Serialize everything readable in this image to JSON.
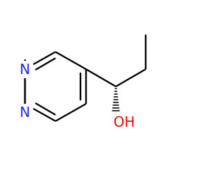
{
  "atoms": {
    "n_top": "N",
    "n_bottom": "N",
    "oh": "OH"
  },
  "colors": {
    "nitrogen": "#2020ff",
    "oxygen": "#ff0000",
    "bond": "#000000",
    "background": "#ffffff"
  }
}
